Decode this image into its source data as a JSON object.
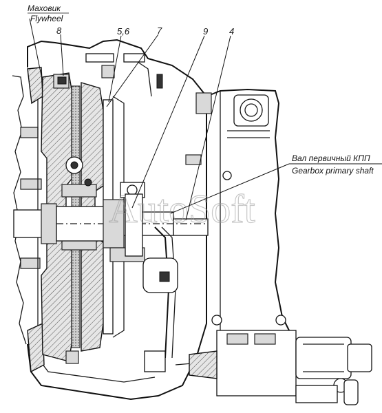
{
  "labels": {
    "flywheel_ru": "Маховик",
    "flywheel_en": "Flywheel",
    "n8": "8",
    "n56": "5,6",
    "n7": "7",
    "n9": "9",
    "n4": "4",
    "shaft_ru": "Вал первичный КПП",
    "shaft_en": "Gearbox primary shaft"
  },
  "watermark": "AutoSoft",
  "colors": {
    "line": "#111111",
    "fill_grey": "#d9d9d9",
    "watermark": "#9a9a9a"
  }
}
